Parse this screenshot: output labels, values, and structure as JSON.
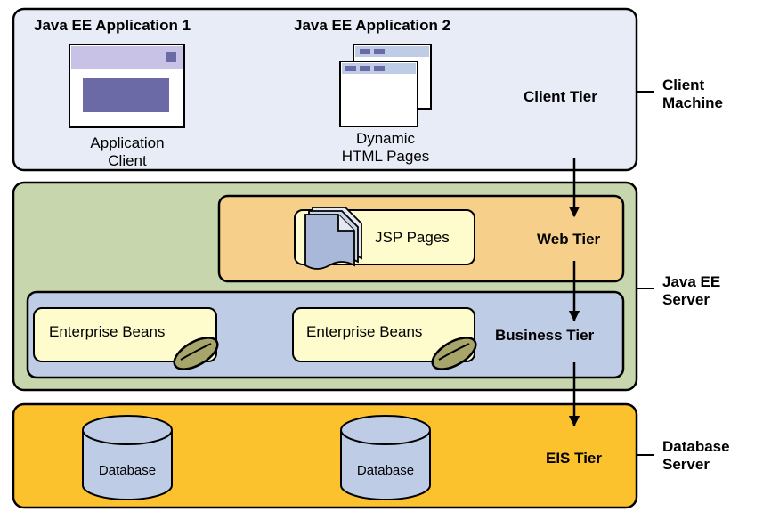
{
  "colors": {
    "client_tier_fill": "#E8ECF7",
    "server_fill": "#C7D6AC",
    "web_tier_fill": "#F6CF8A",
    "business_tier_fill": "#BFCCE6",
    "eis_tier_fill": "#FCC22E",
    "component_fill": "#FEFBCC",
    "bean_handle": "#A7A56A",
    "window_bar": "#C8C2E6",
    "window_panel": "#6B69A6",
    "database_fill": "#BFCCE6",
    "stroke": "#000000"
  },
  "client_tier": {
    "label": "Client Tier",
    "app1": {
      "title": "Java EE Application 1",
      "caption_line1": "Application",
      "caption_line2": "Client"
    },
    "app2": {
      "title": "Java EE Application 2",
      "caption_line1": "Dynamic",
      "caption_line2": "HTML Pages"
    }
  },
  "web_tier": {
    "label": "Web Tier",
    "component": "JSP Pages"
  },
  "business_tier": {
    "label": "Business Tier",
    "beans": [
      "Enterprise Beans",
      "Enterprise Beans"
    ]
  },
  "eis_tier": {
    "label": "EIS Tier",
    "databases": [
      "Database",
      "Database"
    ]
  },
  "machines": {
    "client": [
      "Client",
      "Machine"
    ],
    "server": [
      "Java EE",
      "Server"
    ],
    "database": [
      "Database",
      "Server"
    ]
  },
  "icons": {
    "app_client": "application-window-icon",
    "html_pages": "stacked-browser-windows-icon",
    "jsp": "stacked-documents-icon",
    "bean": "bean-icon",
    "database": "database-cylinder-icon",
    "arrow": "arrow-down-icon"
  }
}
